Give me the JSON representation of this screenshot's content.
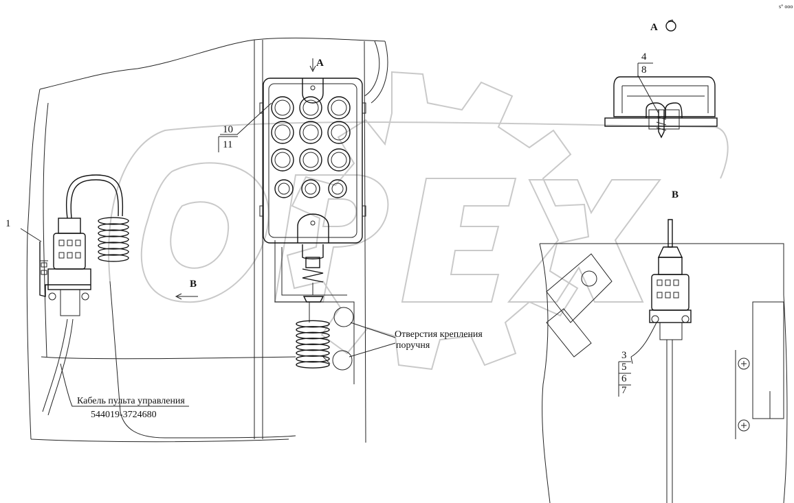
{
  "callouts": {
    "c1": "1",
    "c3": "3",
    "c4": "4",
    "c5": "5",
    "c6": "6",
    "c7": "7",
    "c8": "8",
    "c10": "10",
    "c11": "11"
  },
  "views": {
    "a_arrow": "A",
    "a_view": "A",
    "b_arrow": "B",
    "b_view": "B"
  },
  "notes": {
    "holes_line1": "Отверстия крепления",
    "holes_line2": "поручня",
    "cable_line1": "Кабель пульта управления",
    "cable_line2": "544019-3724680"
  },
  "corner_mark": "s° ooo",
  "watermark": "OPEX"
}
